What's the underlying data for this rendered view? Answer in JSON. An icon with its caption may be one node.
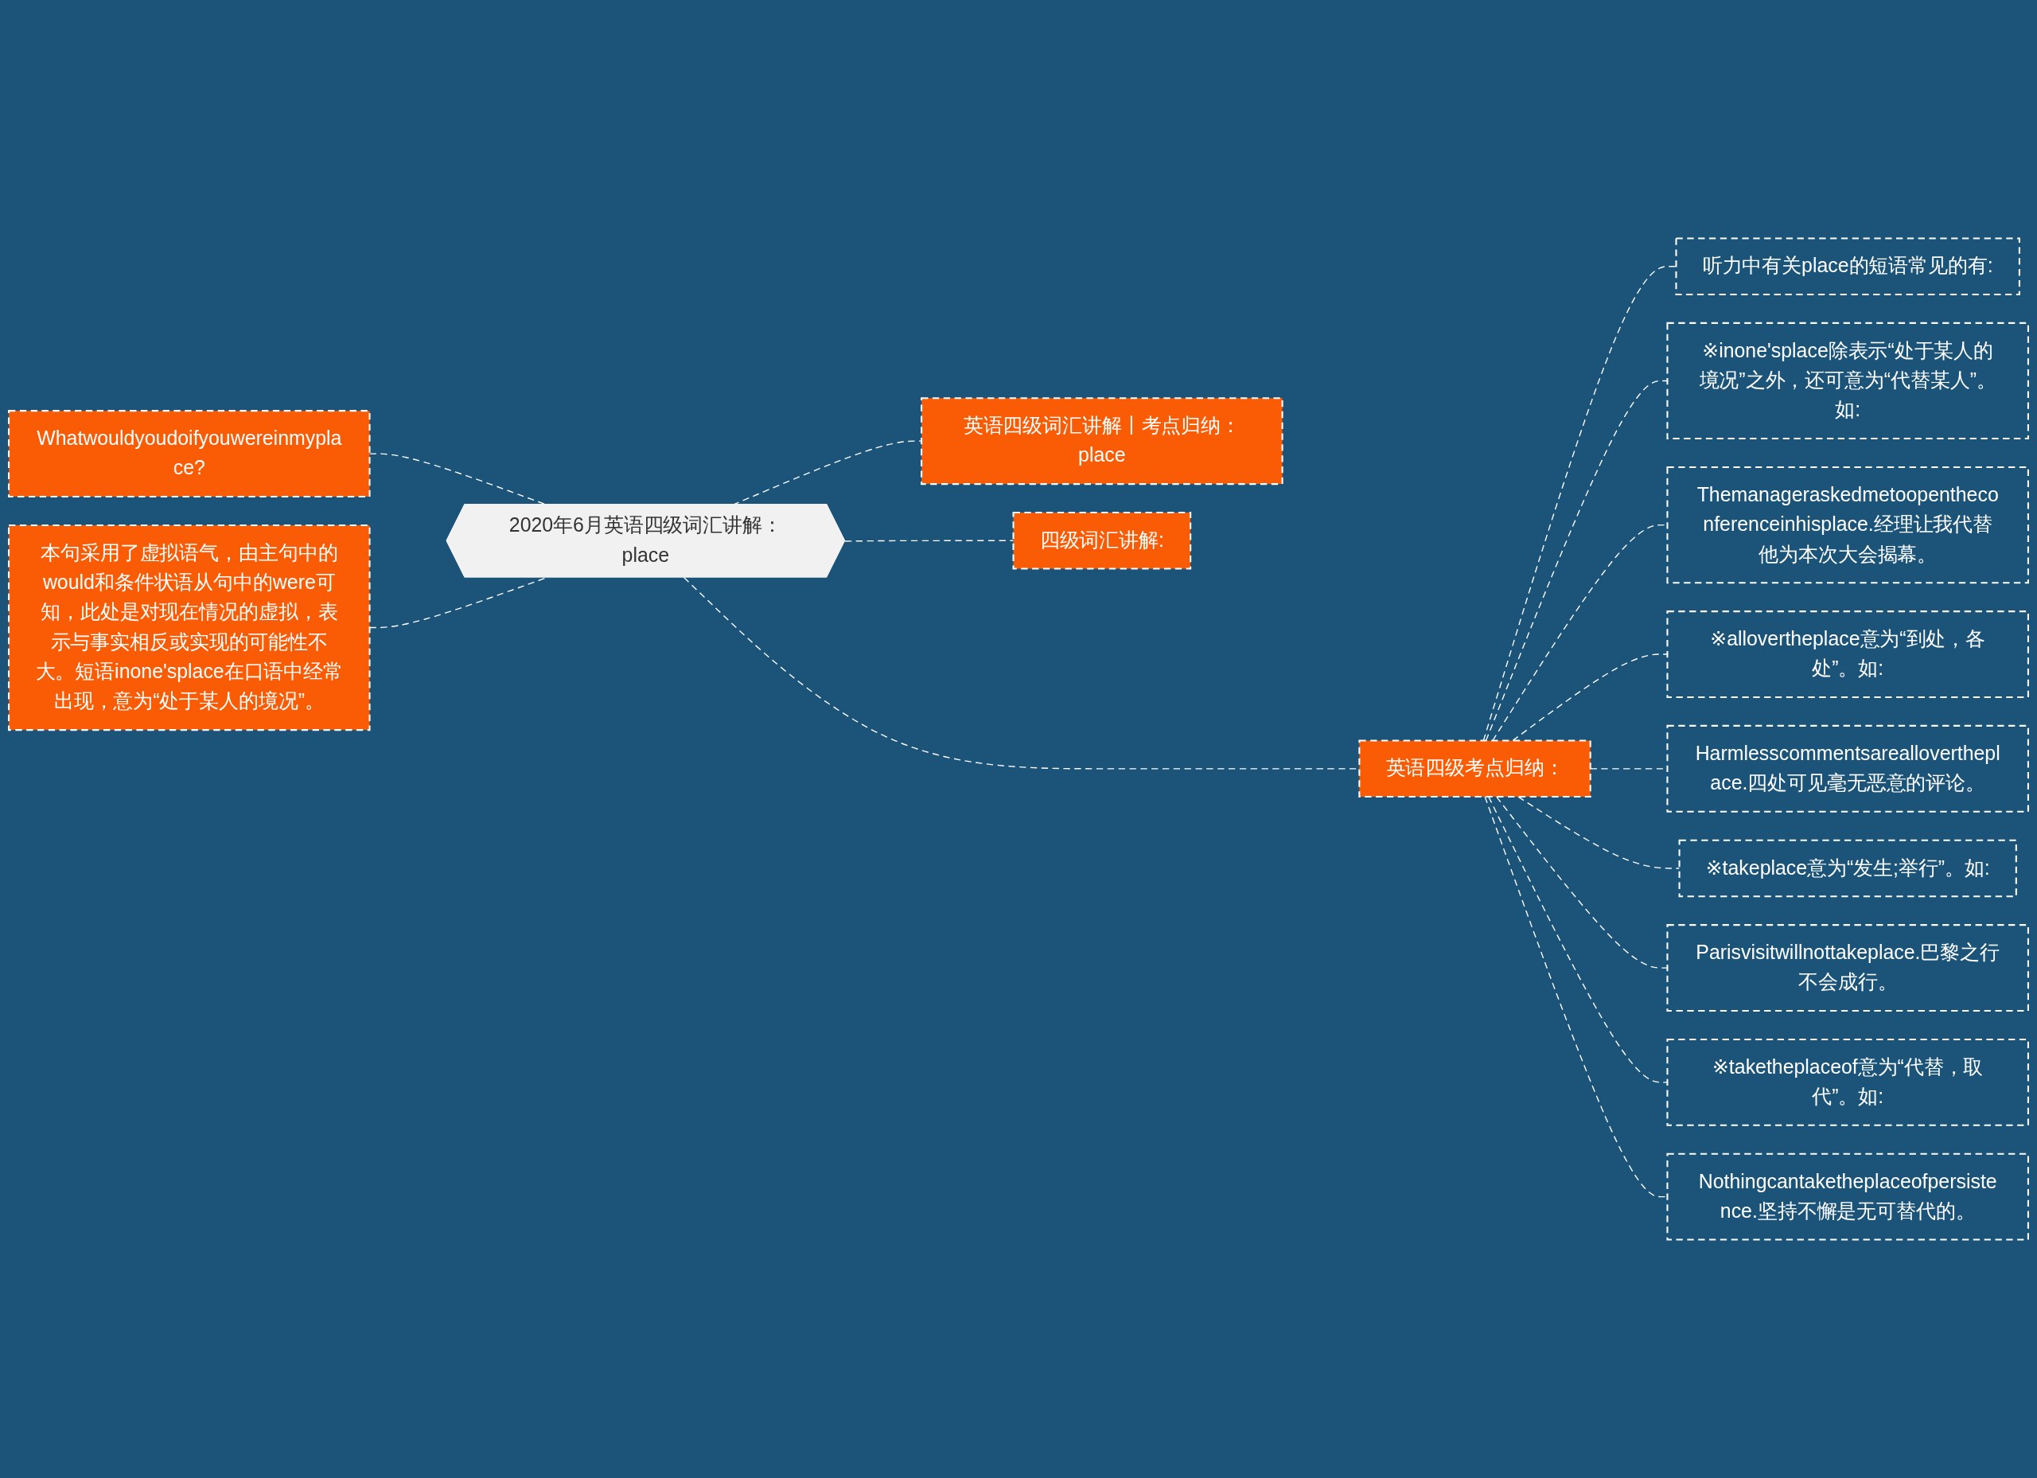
{
  "diagram": {
    "nodes": [
      {
        "text": [
          "2020年6月英语四级词汇讲解：place"
        ]
      },
      {
        "text": [
          "Whatwouldyoudoifyouwereinmyplace?"
        ]
      },
      {
        "text": [
          "本句采用了虚拟语气，由主句中的would和条件状语从句中的were可知，此处是对现在情况的虚拟，表示与事实相反或实现的可能性不大。短语inone'splace在口语中经常出现，意为“处于某人的境况”。"
        ]
      },
      {
        "text": [
          "英语四级词汇讲解丨考点归纳：place"
        ]
      },
      {
        "text": [
          "四级词汇讲解:"
        ]
      },
      {
        "text": [
          "英语四级考点归纳："
        ]
      },
      {
        "text": [
          "听力中有关place的短语常见的有:"
        ]
      },
      {
        "text": [
          "※inone'splace除表示“处于某人的境况”之外，还可意为“代替某人”。如:"
        ]
      },
      {
        "text": [
          "Themanageraskedmetoopentheconferenceinhisplace.经理让我代替他为本次大会揭幕。"
        ]
      },
      {
        "text": [
          "※allovertheplace意为“到处，各处”。如:"
        ]
      },
      {
        "text": [
          "Harmlesscommentsareallovertheplace.四处可见毫无恶意的评论。"
        ]
      },
      {
        "text": [
          "※takeplace意为“发生;举行”。如:"
        ]
      },
      {
        "text": [
          "Parisvisitwillnottakeplace.巴黎之行不会成行。"
        ]
      },
      {
        "text": [
          "※taketheplaceof意为“代替，取代”。如:"
        ]
      },
      {
        "text": [
          "Nothingcantaketheplaceofpersistence.坚持不懈是无可替代的。"
        ]
      }
    ],
    "edges": [
      {
        "from": 0,
        "to": 1,
        "arrow": "none",
        "style": "dashed"
      },
      {
        "from": 0,
        "to": 2,
        "arrow": "none",
        "style": "dashed"
      },
      {
        "from": 0,
        "to": 3,
        "arrow": "none",
        "style": "dashed"
      },
      {
        "from": 0,
        "to": 4,
        "arrow": "none",
        "style": "dashed"
      },
      {
        "from": 0,
        "to": 5,
        "arrow": "none",
        "style": "dashed"
      },
      {
        "from": 5,
        "to": 6,
        "arrow": "none",
        "style": "dashed"
      },
      {
        "from": 5,
        "to": 7,
        "arrow": "none",
        "style": "dashed"
      },
      {
        "from": 5,
        "to": 8,
        "arrow": "none",
        "style": "dashed"
      },
      {
        "from": 5,
        "to": 9,
        "arrow": "none",
        "style": "dashed"
      },
      {
        "from": 5,
        "to": 10,
        "arrow": "none",
        "style": "dashed"
      },
      {
        "from": 5,
        "to": 11,
        "arrow": "none",
        "style": "dashed"
      },
      {
        "from": 5,
        "to": 12,
        "arrow": "none",
        "style": "dashed"
      },
      {
        "from": 5,
        "to": 13,
        "arrow": "none",
        "style": "dashed"
      },
      {
        "from": 5,
        "to": 14,
        "arrow": "none",
        "style": "dashed"
      }
    ]
  }
}
